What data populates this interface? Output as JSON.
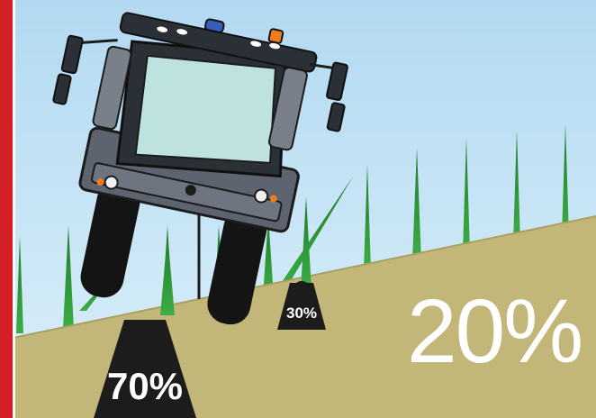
{
  "slope": {
    "label": "20%"
  },
  "weights": {
    "left": {
      "label": "70%"
    },
    "right": {
      "label": "30%"
    }
  },
  "colors": {
    "sky_top": "#b2d9f1",
    "sky_bottom": "#d9eef9",
    "ground": "#c2b778",
    "accent_bar": "#d51f26",
    "grass": "#2e9a38",
    "cab_body": "#5d6470",
    "glass": "#bde2e0",
    "weight": "#1c1c1c"
  },
  "icons": {
    "left_weight": "weight-icon",
    "right_weight": "weight-icon",
    "vehicle": "sprayer-tractor-icon"
  }
}
